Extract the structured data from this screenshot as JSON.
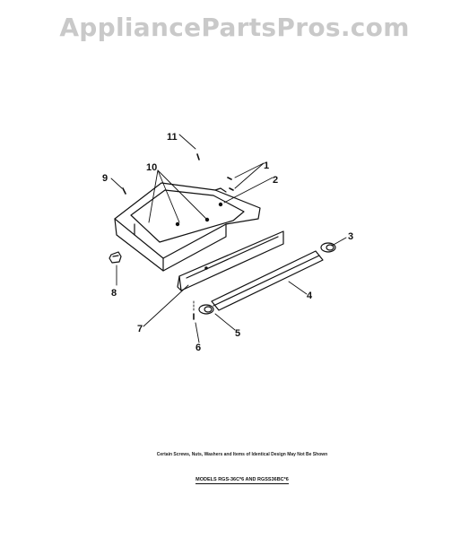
{
  "watermark": "AppliancePartsPros.com",
  "callouts": [
    "11",
    "10",
    "1",
    "9",
    "2",
    "3",
    "8",
    "4",
    "7",
    "5",
    "6"
  ],
  "footnote": "Certain Screws, Nuts, Washers and Items of Identical Design May Not Be Shown",
  "models": "MODELS RGS-36C*6 AND RGSS36BC*6"
}
